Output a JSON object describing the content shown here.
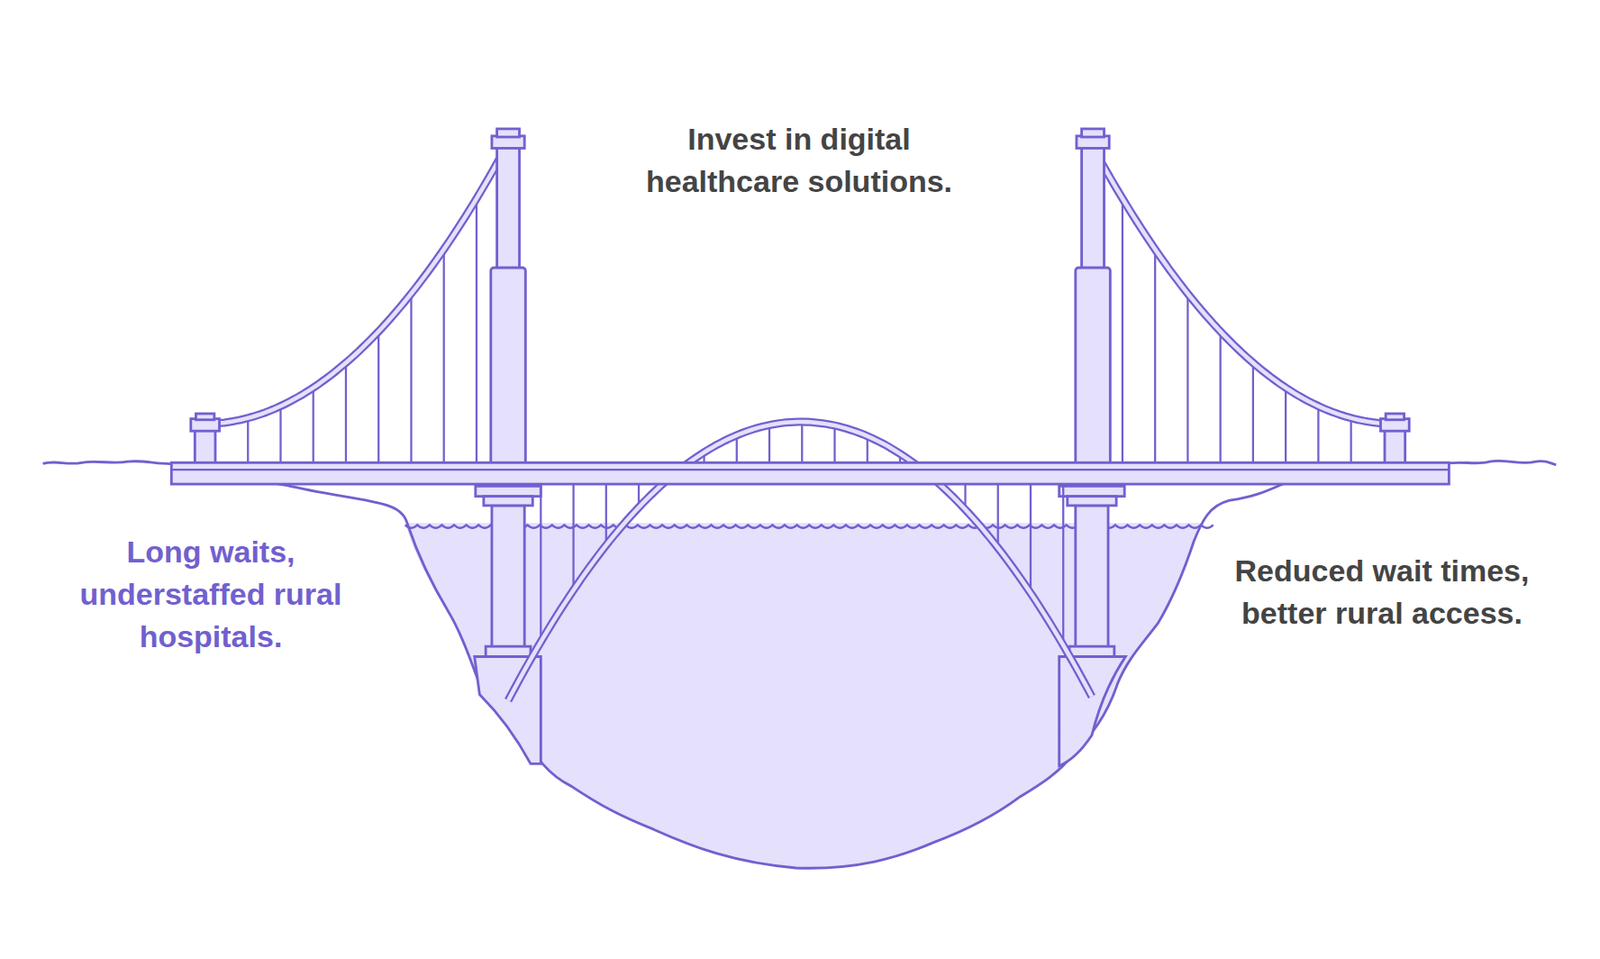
{
  "diagram": {
    "labels": [
      "Invest in digital healthcare solutions.",
      "Long waits, understaffed rural hospitals.",
      "Reduced wait times, better rural access."
    ]
  }
}
